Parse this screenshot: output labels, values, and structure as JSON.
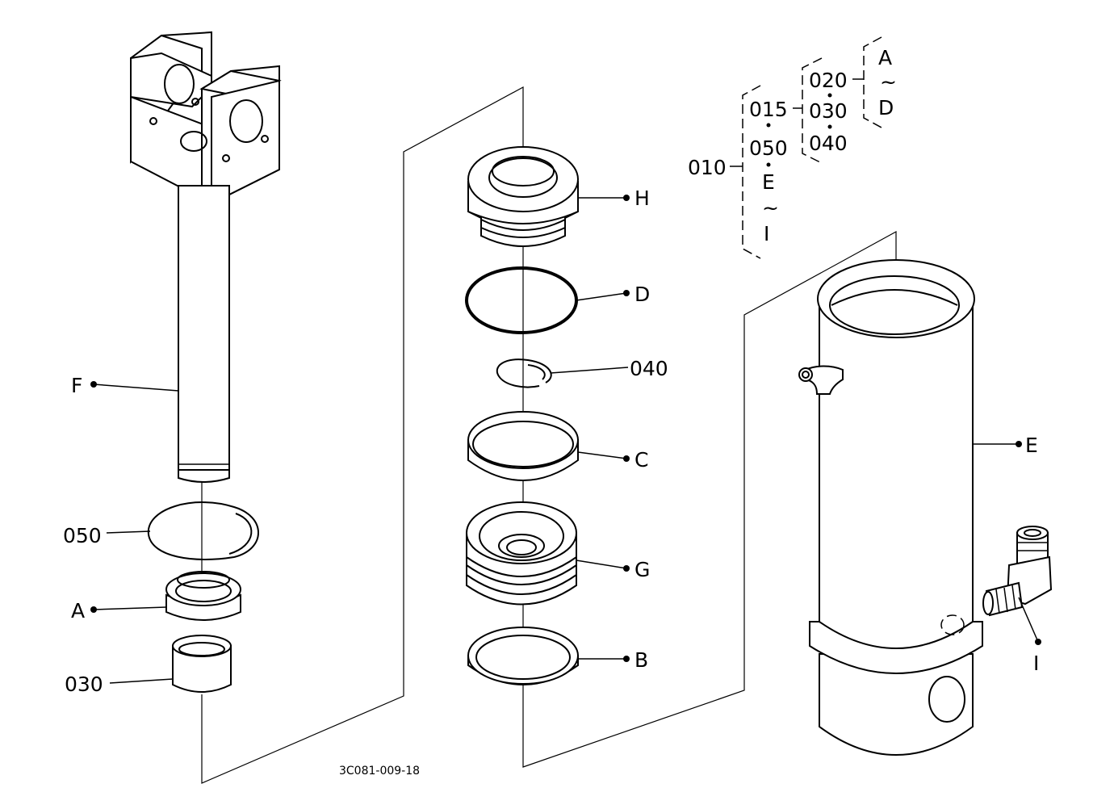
{
  "drawing_code": "3C081-009-18",
  "callouts": {
    "F": "F",
    "p050": "050",
    "A": "A",
    "p030": "030",
    "H": "H",
    "D": "D",
    "p040": "040",
    "C": "C",
    "G": "G",
    "B": "B",
    "E": "E",
    "I": "I"
  },
  "assembly_tree": {
    "root": "010",
    "level1": [
      "015",
      "050",
      "E",
      "~",
      "I"
    ],
    "level2": [
      "020",
      "030",
      "040"
    ],
    "level3": [
      "A",
      "~",
      "D"
    ]
  }
}
